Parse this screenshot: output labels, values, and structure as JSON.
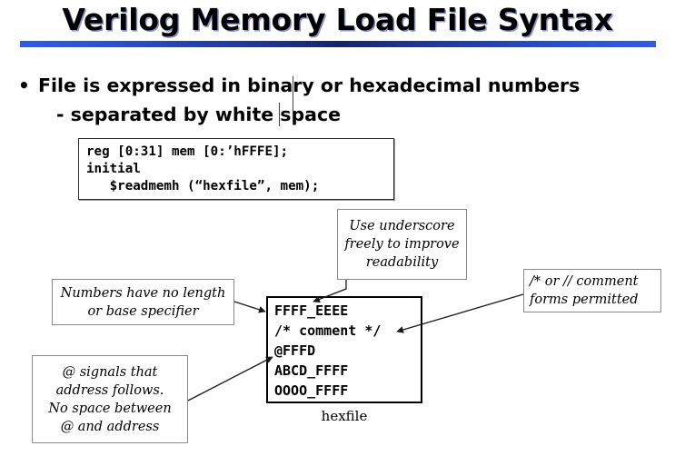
{
  "slide": {
    "title": "Verilog Memory Load File Syntax",
    "background_color": "#ffffff",
    "rule_color_edge": "#2f5bea",
    "rule_color_center": "#16246e"
  },
  "bullets": {
    "bullet_marker": "•",
    "line1": "File is expressed in binary or hexadecimal numbers",
    "line2": "- separated by white space"
  },
  "code_block": {
    "lines": [
      "reg [0:31] mem [0:’hFFFE];",
      "initial",
      "   $readmemh (“hexfile”, mem);"
    ]
  },
  "hexfile": {
    "caption": "hexfile",
    "lines": [
      "FFFF_EEEE",
      "/* comment */",
      "@FFFD",
      "ABCD_FFFF",
      "OOOO_FFFF"
    ]
  },
  "callouts": {
    "underscore": {
      "line1": "Use underscore",
      "line2": "freely to improve",
      "line3": "readability"
    },
    "numbers": {
      "line1": "Numbers have no length",
      "line2": "or base specifier"
    },
    "comment_forms": {
      "line1": "/* or // comment",
      "line2": "forms permitted"
    },
    "at_sign": {
      "line1": "@ signals that",
      "line2": "address follows.",
      "line3": "No space between",
      "line4": "@ and address"
    }
  }
}
